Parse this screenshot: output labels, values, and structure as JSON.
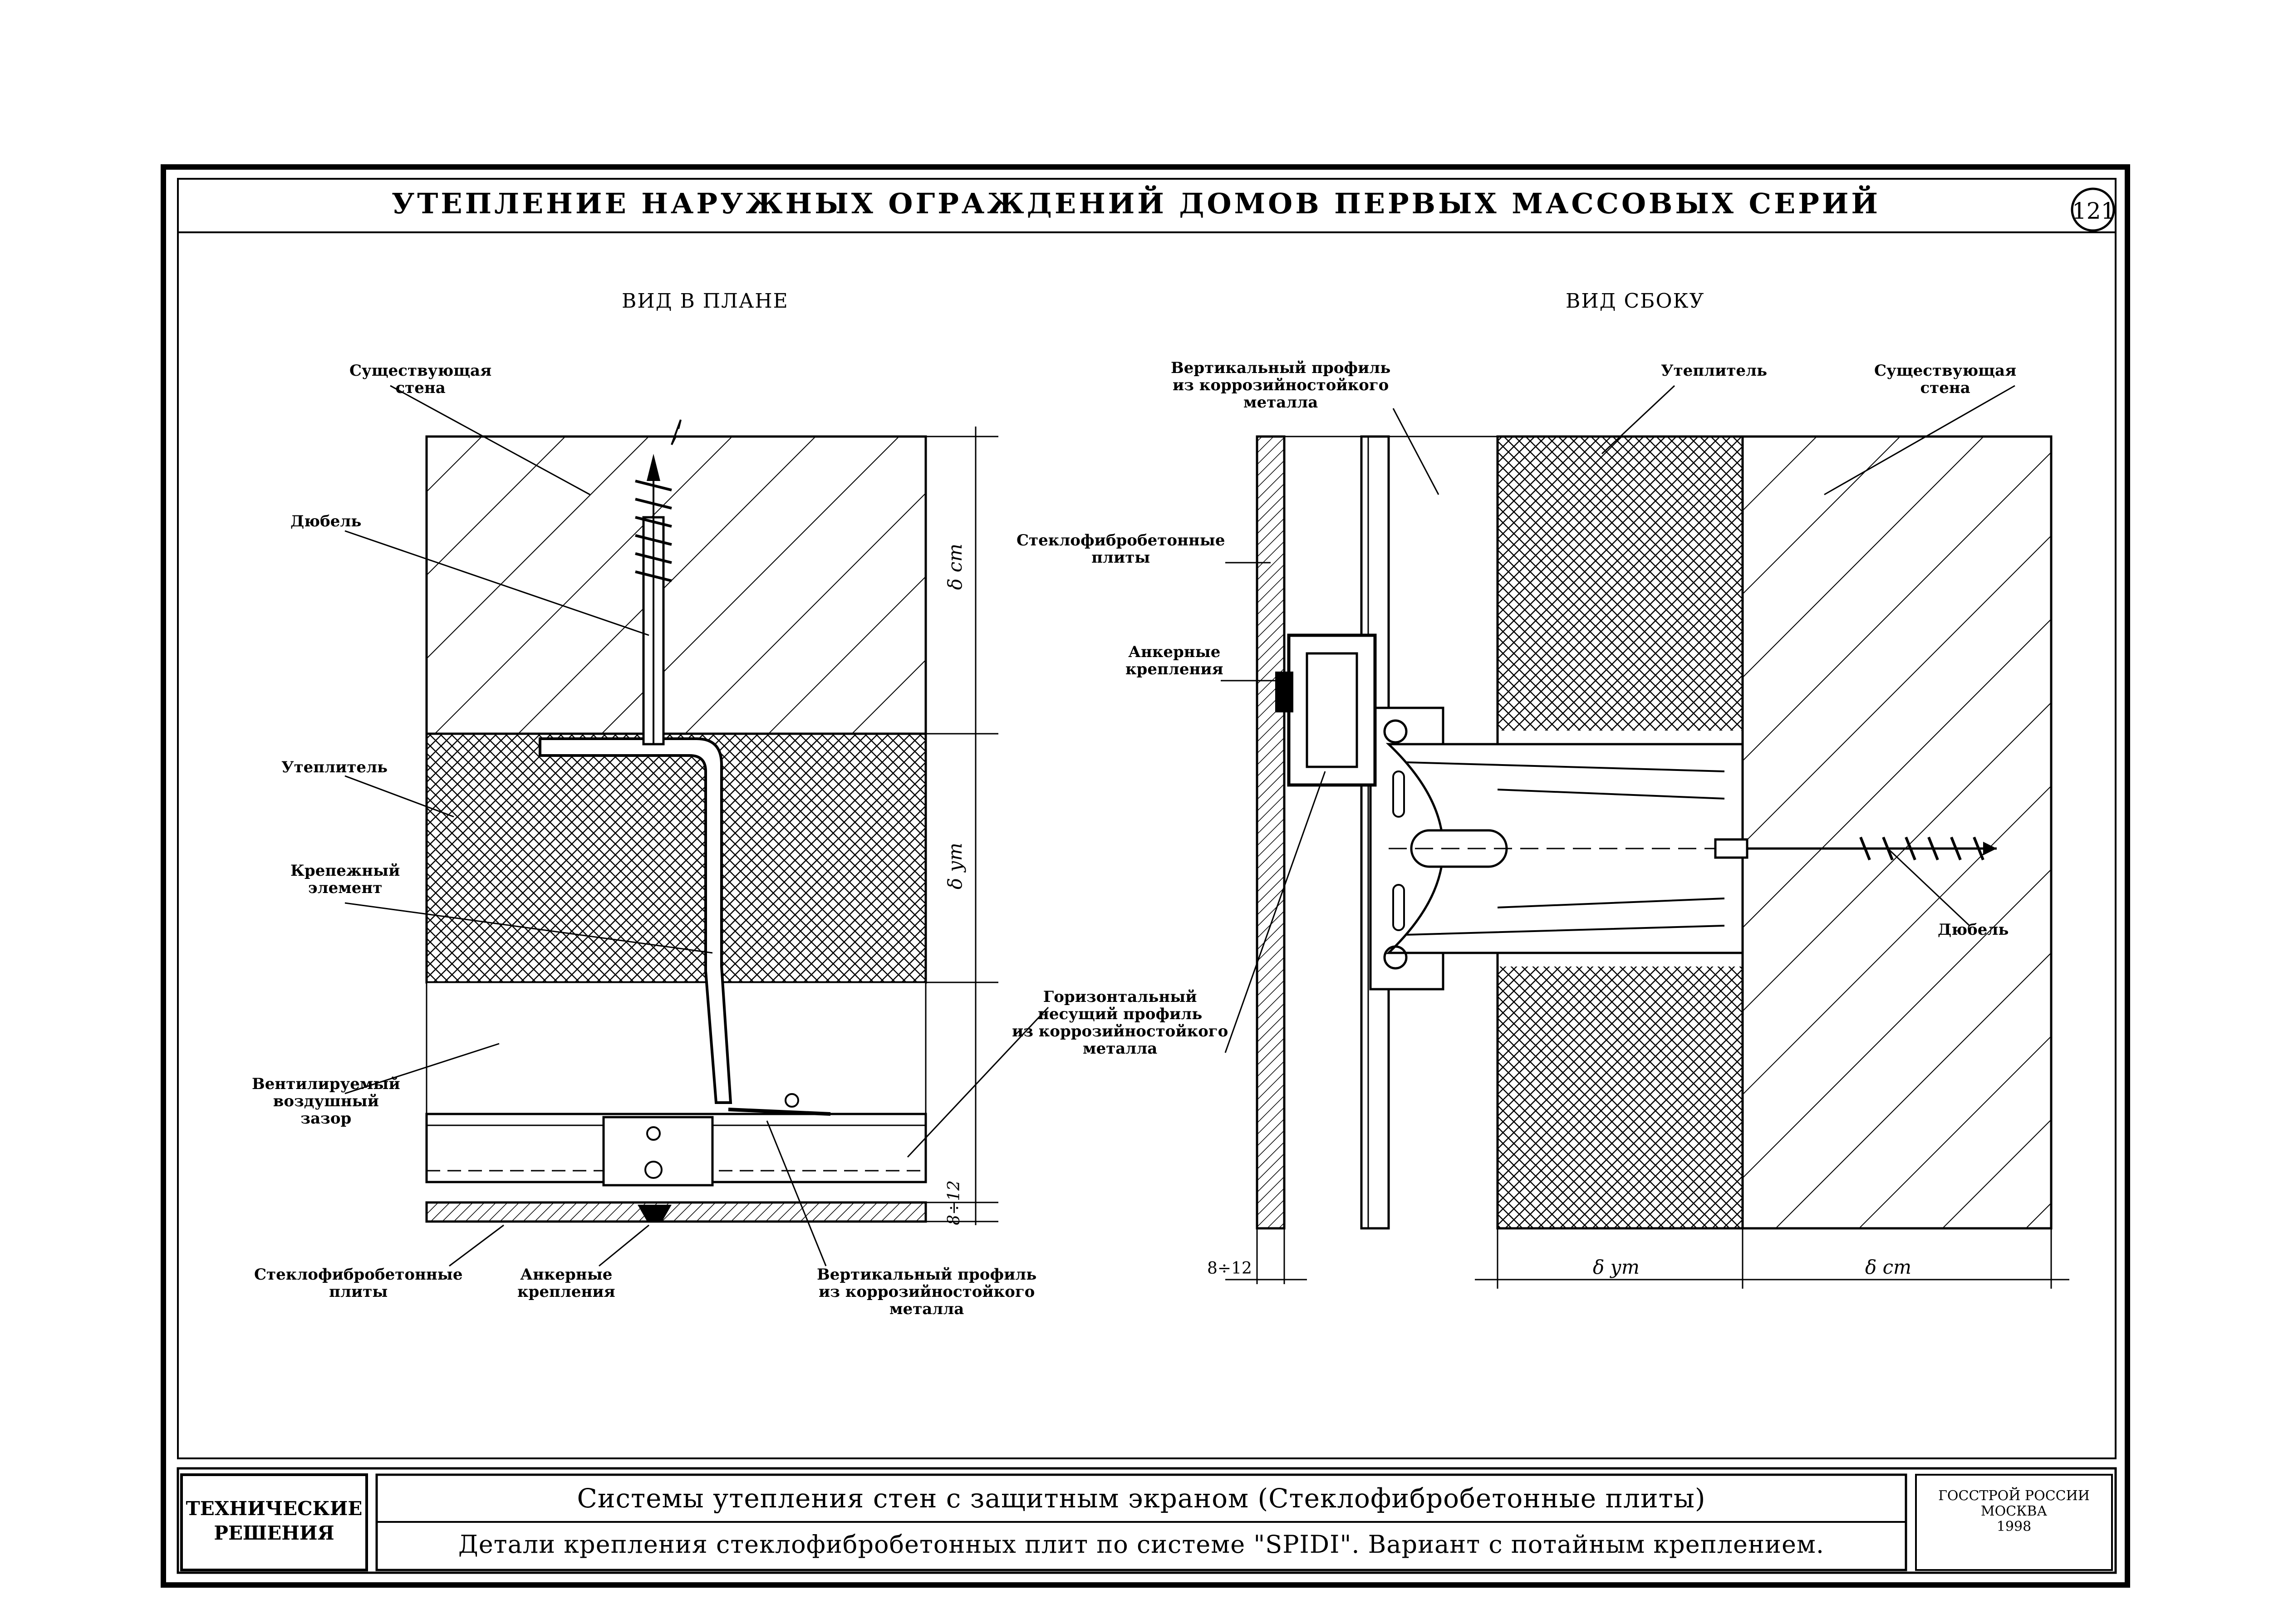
{
  "header": {
    "title": "УТЕПЛЕНИЕ НАРУЖНЫХ ОГРАЖДЕНИЙ ДОМОВ ПЕРВЫХ МАССОВЫХ СЕРИЙ",
    "sheet_number": "121"
  },
  "plan_view": {
    "title": "ВИД В ПЛАНЕ",
    "labels": {
      "existing_wall": [
        "Существующая",
        "стена"
      ],
      "dowel": [
        "Дюбель"
      ],
      "insulation": [
        "Утеплитель"
      ],
      "fastening_element": [
        "Крепежный",
        "элемент"
      ],
      "air_gap": [
        "Вентилируемый",
        "воздушный",
        "зазор"
      ],
      "horizontal_profile": [
        "Горизонтальный",
        "несущий профиль",
        "из коррозийностойкого",
        "металла"
      ],
      "panels": [
        "Стеклофибробетонные",
        "плиты"
      ],
      "anchors": [
        "Анкерные",
        "крепления"
      ],
      "vertical_profile": [
        "Вертикальный профиль",
        "из коррозийностойкого",
        "металла"
      ]
    },
    "dims": {
      "wall": "δ ст",
      "insulation": "δ ут",
      "gap": "8÷12"
    }
  },
  "side_view": {
    "title": "ВИД СБОКУ",
    "labels": {
      "vertical_profile": [
        "Вертикальный профиль",
        "из коррозийностойкого",
        "металла"
      ],
      "insulation": [
        "Утеплитель"
      ],
      "existing_wall": [
        "Существующая",
        "стена"
      ],
      "panels": [
        "Стеклофибробетонные",
        "плиты"
      ],
      "anchors": [
        "Анкерные",
        "крепления"
      ],
      "dowel": [
        "Дюбель"
      ]
    },
    "dims": {
      "gap": "8÷12",
      "insulation": "δ ут",
      "wall": "δ ст"
    }
  },
  "title_block": {
    "stamp": [
      "ТЕХНИЧЕСКИЕ",
      "РЕШЕНИЯ"
    ],
    "line1": "Системы утепления стен с защитным экраном (Стеклофибробетонные плиты)",
    "line2": "Детали крепления стеклофибробетонных плит по системе \"SPIDI\". Вариант с потайным креплением.",
    "org": [
      "ГОССТРОЙ РОССИИ",
      "МОСКВА",
      "1998"
    ]
  }
}
